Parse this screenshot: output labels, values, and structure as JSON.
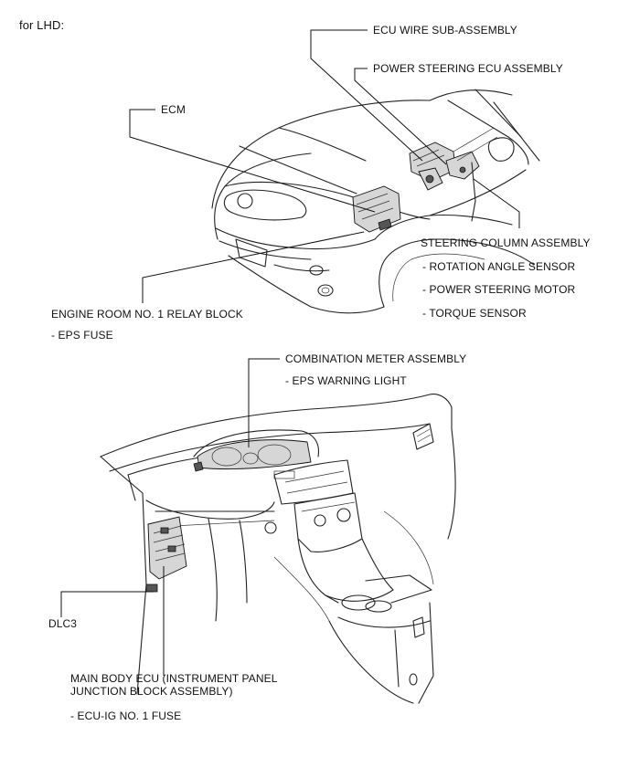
{
  "heading": "for LHD:",
  "labels": {
    "ecu_wire": "ECU WIRE SUB-ASSEMBLY",
    "ps_ecu": "POWER STEERING ECU ASSEMBLY",
    "ecm": "ECM",
    "steering_column": "STEERING COLUMN ASSEMBLY",
    "rotation_sensor": "- ROTATION ANGLE SENSOR",
    "ps_motor": "- POWER STEERING MOTOR",
    "torque_sensor": "- TORQUE SENSOR",
    "relay_block": "ENGINE ROOM NO. 1 RELAY BLOCK",
    "eps_fuse": "- EPS FUSE",
    "combo_meter": "COMBINATION METER ASSEMBLY",
    "eps_warning": "- EPS WARNING LIGHT",
    "dlc3": "DLC3",
    "main_body_1": "MAIN BODY ECU (INSTRUMENT PANEL",
    "main_body_2": "JUNCTION BLOCK ASSEMBLY)",
    "ecu_ig_fuse": "- ECU-IG NO. 1 FUSE"
  }
}
